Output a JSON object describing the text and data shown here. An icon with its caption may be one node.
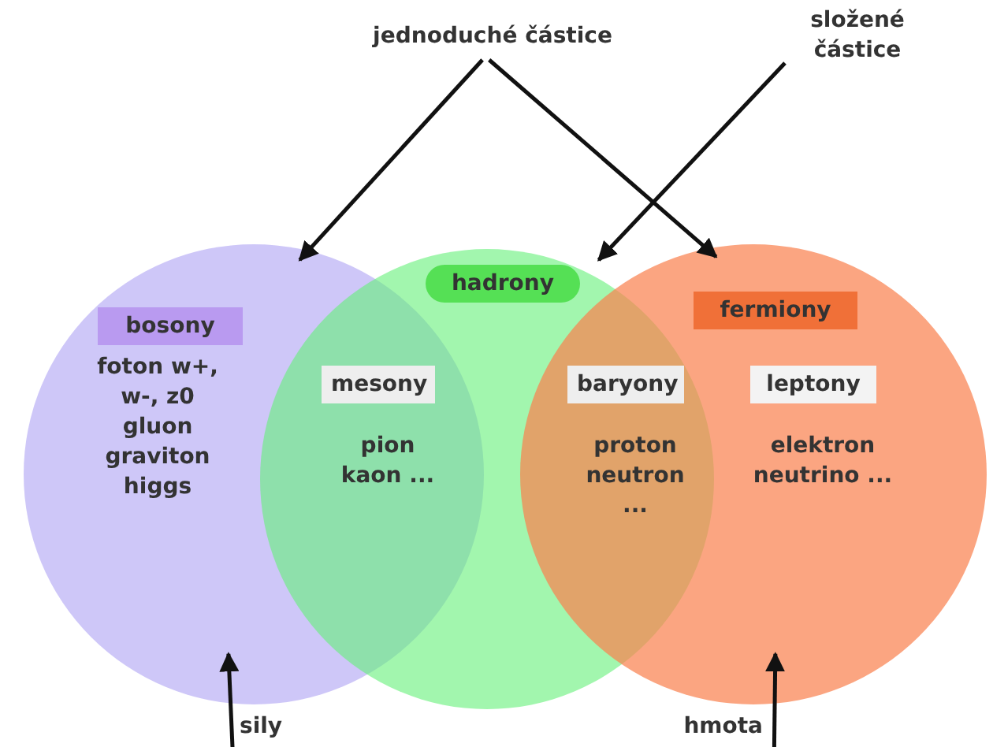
{
  "diagram": {
    "nodes": [
      {
        "text": [
          "jednoduché částice"
        ]
      },
      {
        "text": [
          "složené částice"
        ]
      },
      {
        "text": [
          "bosony",
          "foton w+, w-, z0 gluon graviton higgs"
        ]
      },
      {
        "text": [
          "hadrony"
        ]
      },
      {
        "text": [
          "fermiony"
        ]
      },
      {
        "text": [
          "mesony"
        ]
      },
      {
        "text": [
          "baryony"
        ]
      },
      {
        "text": [
          "leptony"
        ],
        "beside": [
          "elektron neutrino ..."
        ],
        "in": 4
      },
      {
        "text": [
          "sily"
        ]
      },
      {
        "text": [
          "hmota"
        ]
      }
    ],
    "edges": [
      {
        "from": 0,
        "to": 2,
        "arrow": "to"
      },
      {
        "from": 0,
        "to": 4,
        "arrow": "to"
      },
      {
        "from": 1,
        "to": 3,
        "arrow": "to"
      },
      {
        "from": 8,
        "to": 2,
        "arrow": "to"
      },
      {
        "from": 9,
        "to": 4,
        "arrow": "to"
      }
    ],
    "labels": [
      "pion kaon ...",
      "proton neutron ..."
    ]
  }
}
